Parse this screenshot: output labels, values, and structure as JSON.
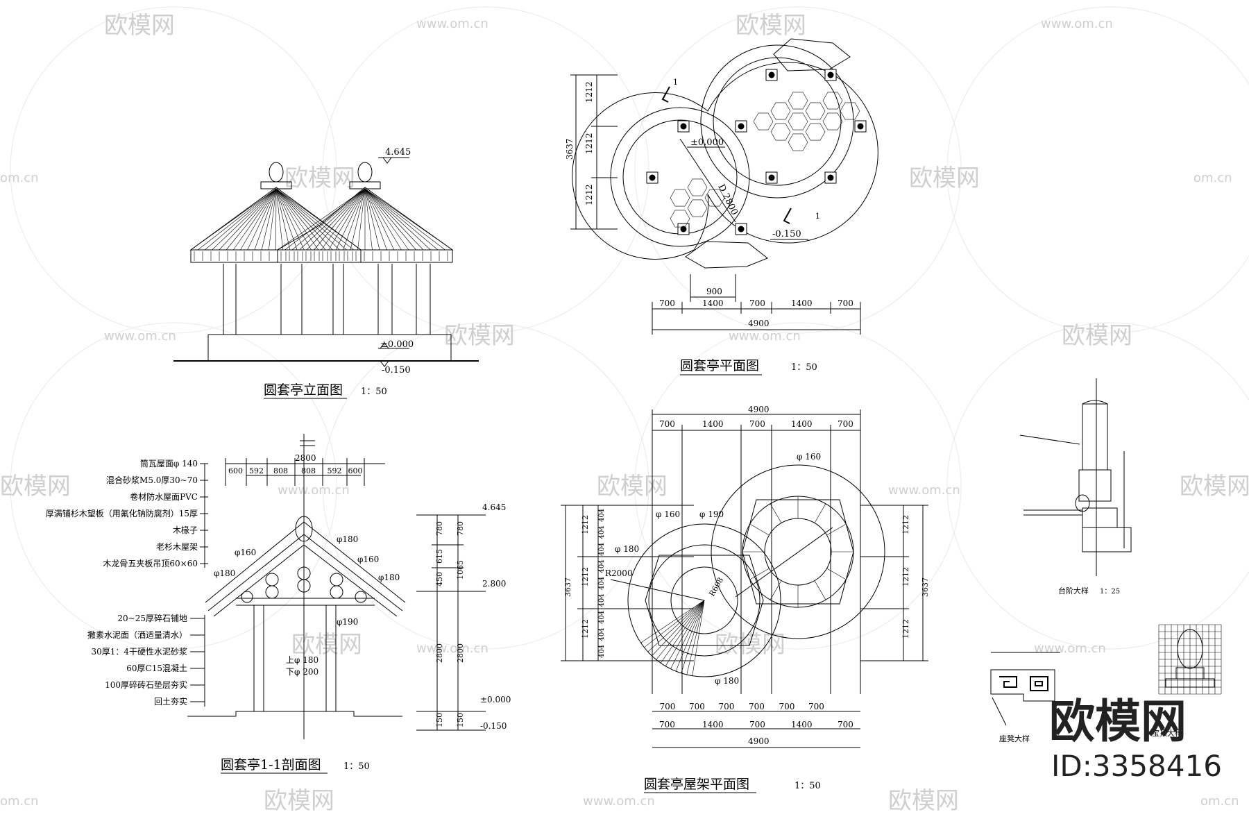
{
  "watermarks": {
    "brand": "欧模网",
    "url": "www.om.cn",
    "url_short": "om.cn",
    "big_logo": "欧模网",
    "id_text": "ID:3358416"
  },
  "elevation": {
    "title": "圆套亭立面图",
    "scale": "1：50",
    "top_level": "4.645",
    "ground_level": "±0.000",
    "base_level": "-0.150"
  },
  "plan": {
    "title": "圆套亭平面图",
    "scale": "1：50",
    "level_inner": "±0.000",
    "level_outer": "-0.150",
    "diameter": "D 2800",
    "marker_1": "1",
    "marker_2": "1",
    "left_dims": [
      "1212",
      "1212",
      "1212"
    ],
    "left_total": "3637",
    "bottom_dims": [
      "700",
      "1400",
      "700",
      "1400",
      "700"
    ],
    "bottom_sub": "900",
    "bottom_total": "4900"
  },
  "section": {
    "title": "圆套亭1-1剖面图",
    "scale": "1：50",
    "span_total": "2800",
    "top_dims": [
      "600",
      "592",
      "808",
      "808",
      "592",
      "600"
    ],
    "roof_labels": [
      "筒瓦屋面φ 140",
      "混合砂浆M5.0厚30~70",
      "卷材防水屋面PVC",
      "厚满铺杉木望板（用氟化钠防腐剂）15厚",
      "木椽子",
      "老杉木屋架",
      "木龙骨五夹板吊顶60×60"
    ],
    "floor_labels": [
      "20~25厚碎石铺地",
      "撒素水泥面（洒适量清水）",
      "30厚1：4干硬性水泥砂浆",
      "60厚C15混凝土",
      "100厚碎砖石垫层夯实",
      "回土夯实"
    ],
    "member_labels": [
      "φ160",
      "φ180",
      "φ180",
      "φ160",
      "φ180",
      "φ190"
    ],
    "column_labels": [
      "上φ 180",
      "下φ 200"
    ],
    "right_dims_a": [
      "780",
      "615",
      "450",
      "2800",
      "150"
    ],
    "right_dims_b": [
      "780",
      "1065",
      "2800",
      "150"
    ],
    "levels": [
      "4.645",
      "2.800",
      "±0.000",
      "-0.150"
    ]
  },
  "roofframe": {
    "title": "圆套亭屋架平面图",
    "scale": "1：50",
    "top_total": "4900",
    "top_dims": [
      "700",
      "1400",
      "700",
      "1400",
      "700"
    ],
    "bottom_dims_a": [
      "700",
      "700",
      "700",
      "700",
      "700",
      "700"
    ],
    "bottom_dims_b": [
      "700",
      "1400",
      "700",
      "1400",
      "700"
    ],
    "bottom_total": "4900",
    "left_dims": [
      "1212",
      "1212",
      "1212"
    ],
    "left_total": "3637",
    "left_small": [
      "404",
      "404",
      "404",
      "404",
      "404",
      "404",
      "404",
      "404",
      "404"
    ],
    "right_dims": [
      "1212",
      "1212",
      "1212"
    ],
    "right_total": "3637",
    "labels": [
      "φ 160",
      "φ 160",
      "φ 190",
      "φ 180",
      "R2000",
      "R608",
      "φ 180"
    ]
  },
  "details": {
    "step_title": "台阶大样",
    "step_scale": "1：25",
    "rail_title": "座凳大样",
    "ornament_title": "宝顶大样"
  }
}
